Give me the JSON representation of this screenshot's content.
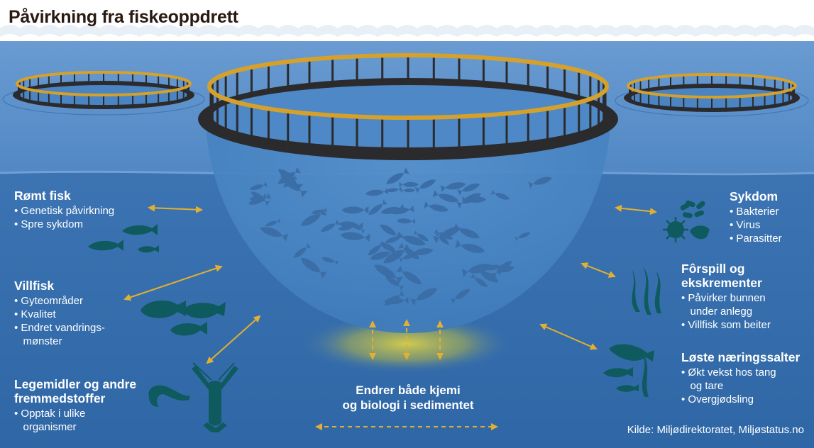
{
  "title": "Påvirkning fra fiskeoppdrett",
  "colors": {
    "sky": "#ffffff",
    "surface": "#5b8ec8",
    "water": "#3a71b0",
    "deep": "#2f6aa8",
    "net": "#4d86c2",
    "ring": "#d6a12a",
    "pipe": "#2b2b2d",
    "fish": "#3b6ea6",
    "silhouette": "#0f5a5e",
    "arrow": "#e2b030",
    "sediment_glow": "#c9c34a"
  },
  "impacts": {
    "escaped_fish": {
      "heading": "Rømt fisk",
      "items": [
        "• Genetisk påvirkning",
        "• Spre sykdom"
      ]
    },
    "wild_fish": {
      "heading": "Villfisk",
      "items": [
        "• Gyteområder",
        "• Kvalitet",
        "• Endret vandrings-",
        "   mønster"
      ]
    },
    "medicines": {
      "heading_lines": [
        "Legemidler og andre",
        "fremmedstoffer"
      ],
      "items": [
        "• Opptak i ulike",
        "   organismer"
      ]
    },
    "disease": {
      "heading": "Sykdom",
      "items": [
        "• Bakterier",
        "• Virus",
        "• Parasitter"
      ]
    },
    "feed_waste": {
      "heading_lines": [
        "Fôrspill og",
        "ekskrementer"
      ],
      "items": [
        "• Påvirker bunnen",
        "   under anlegg",
        "• Villfisk som beiter"
      ]
    },
    "nutrients": {
      "heading": "Løste næringssalter",
      "items": [
        "• Økt vekst hos tang",
        "   og tare",
        "• Overgjødsling"
      ]
    }
  },
  "sediment": {
    "lines": [
      "Endrer både kjemi",
      "og biologi i sedimentet"
    ]
  },
  "source": "Kilde: Miljødirektoratet, Miljøstatus.no",
  "icons": [
    "wave-icon",
    "fish-pen-icon",
    "fish-icon",
    "flatfish-icon",
    "shrimp-icon",
    "lobster-icon",
    "bacteria-icon",
    "virus-icon",
    "parasite-icon",
    "seaweed-icon",
    "double-arrow-icon"
  ]
}
